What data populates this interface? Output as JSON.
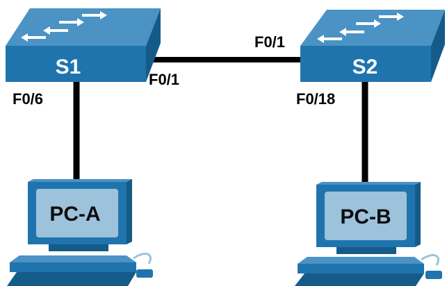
{
  "colors": {
    "link": "#000000",
    "switch_top": "#4a93c4",
    "switch_front": "#1f74ad",
    "switch_side": "#155b8a",
    "pc_body": "#1f74ad",
    "pc_screen": "#9cc2dc",
    "pc_dark": "#155b8a"
  },
  "devices": {
    "s1": {
      "label": "S1",
      "icon": "switch-icon"
    },
    "s2": {
      "label": "S2",
      "icon": "switch-icon"
    },
    "pca": {
      "label": "PC-A",
      "icon": "computer-icon"
    },
    "pcb": {
      "label": "PC-B",
      "icon": "computer-icon"
    }
  },
  "ports": {
    "s1_to_pca": "F0/6",
    "s1_to_s2": "F0/1",
    "s2_to_s1": "F0/1",
    "s2_to_pcb": "F0/18"
  }
}
